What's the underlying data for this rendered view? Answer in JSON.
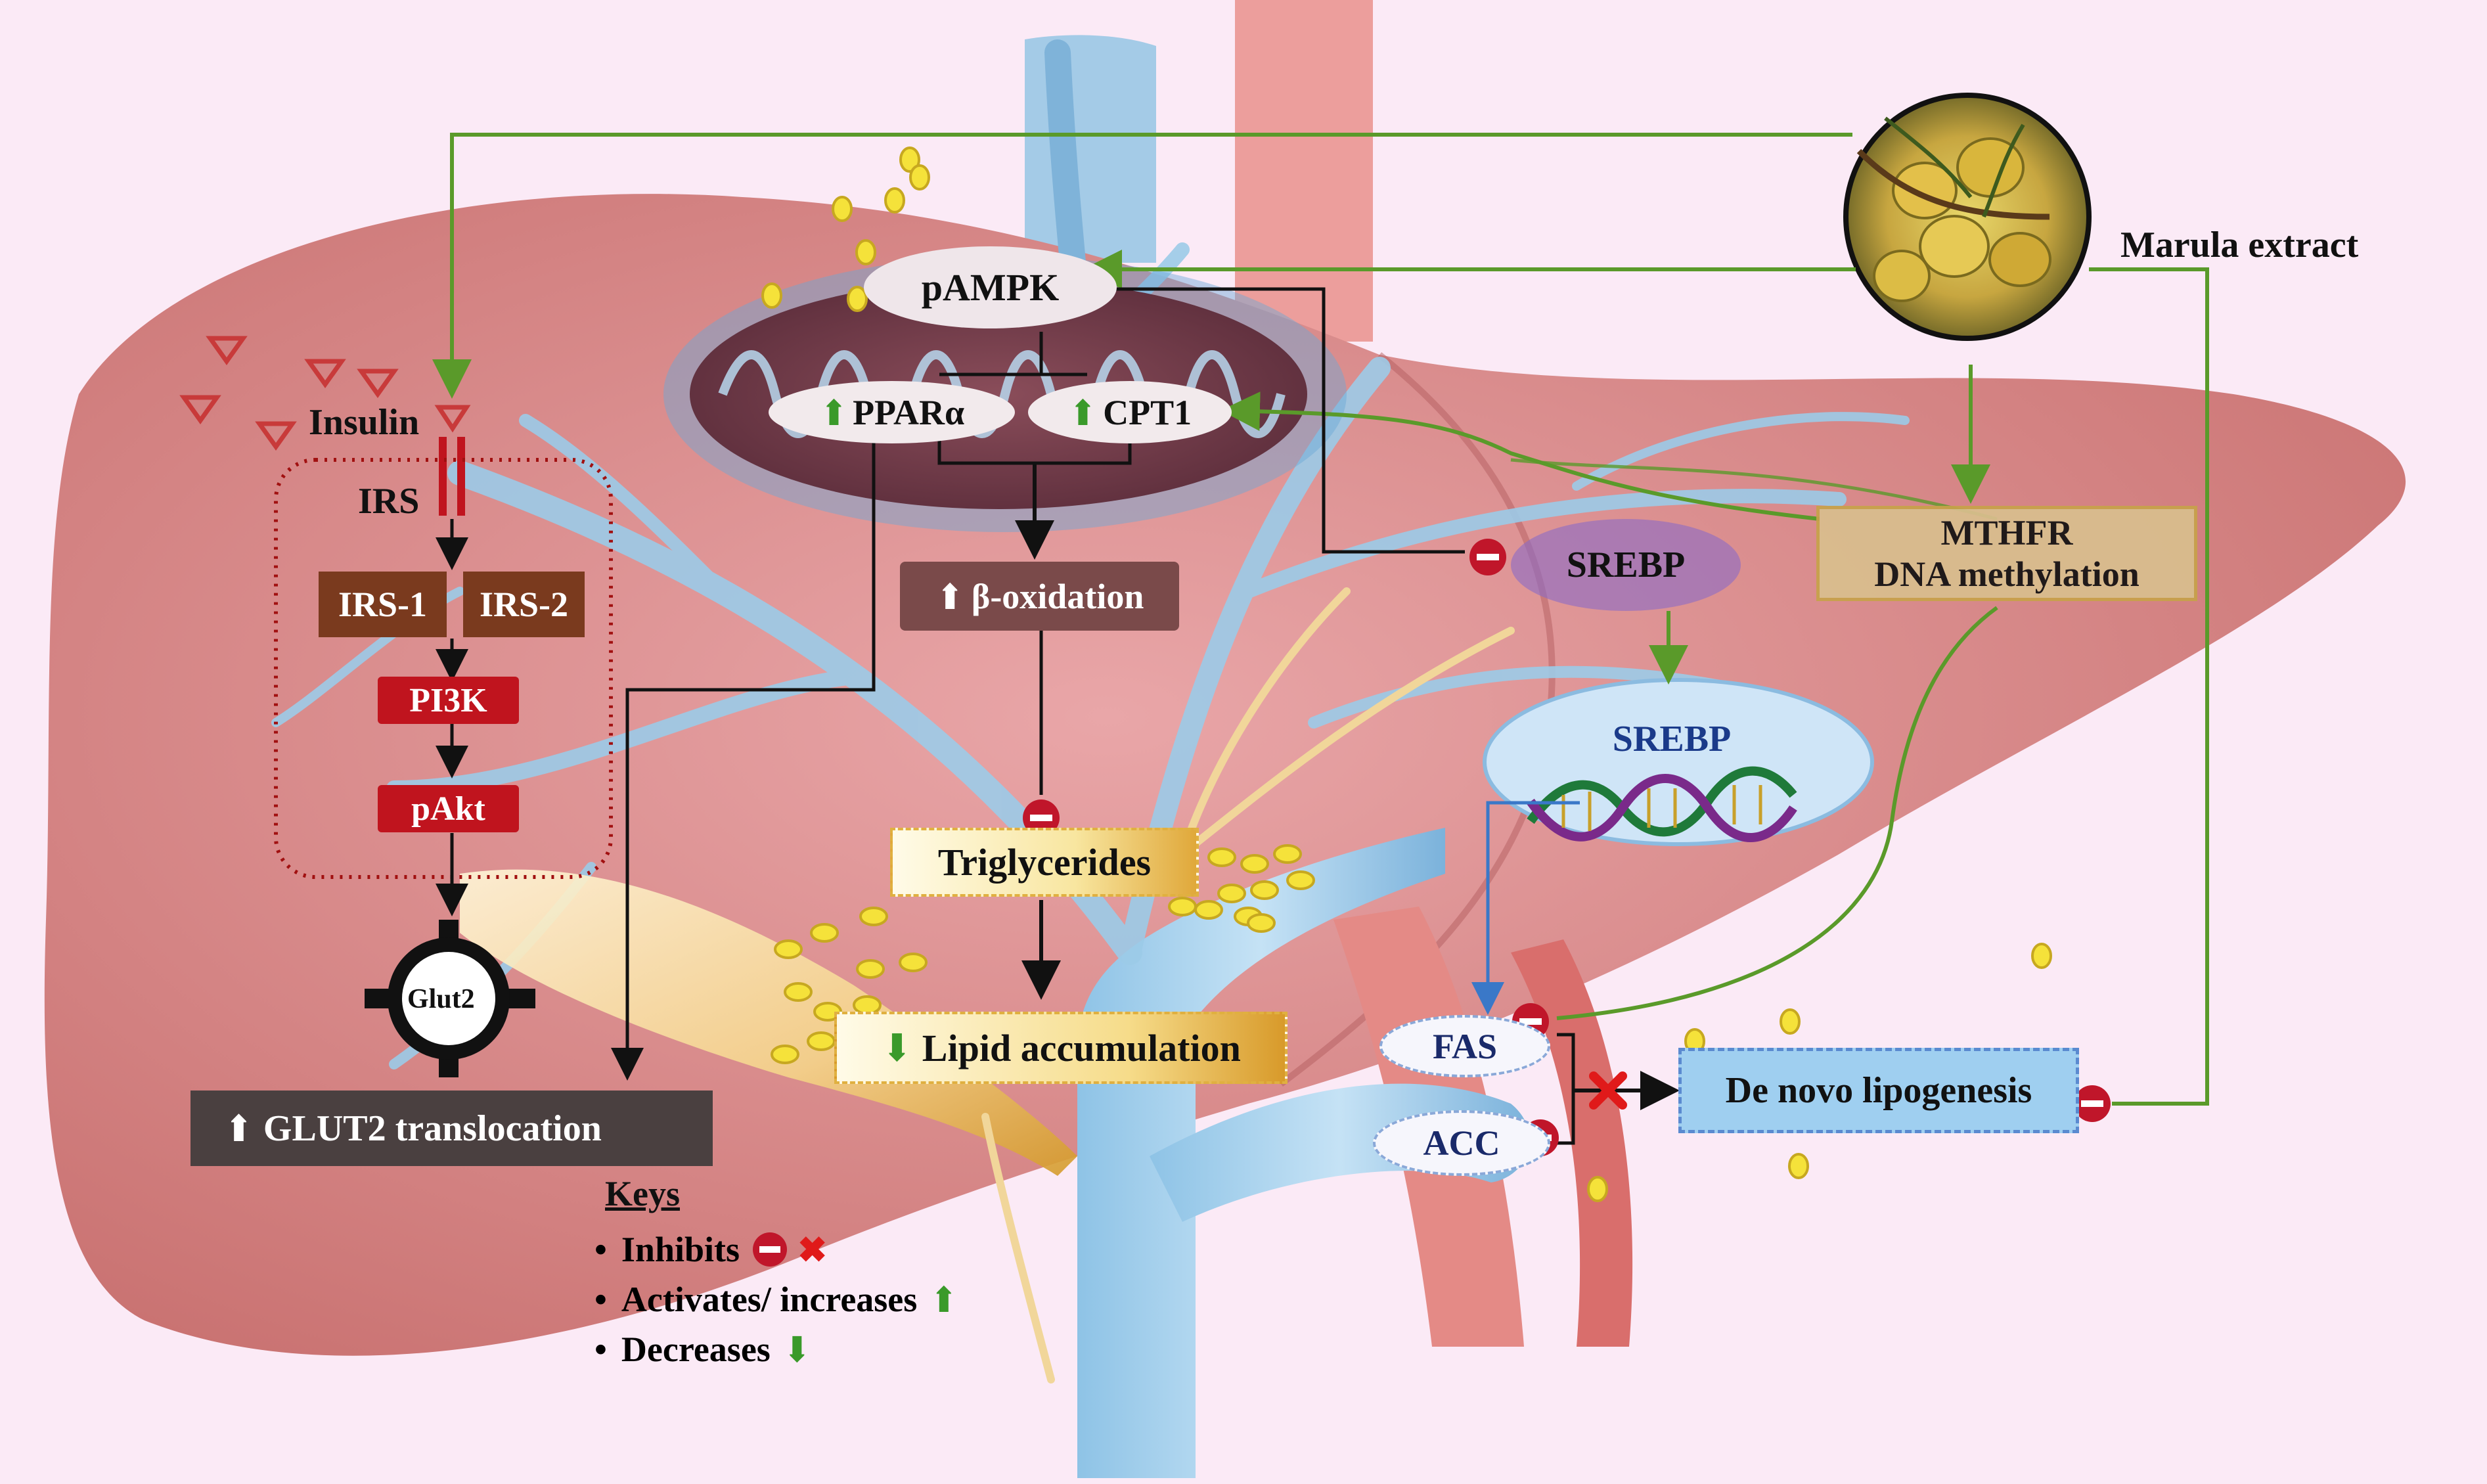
{
  "source": "Marula extract",
  "hormone": "Insulin",
  "receptor_substrate": "IRS",
  "irs1": "IRS-1",
  "irs2": "IRS-2",
  "pi3k": "PI3K",
  "pakt": "pAkt",
  "glut2": "Glut2",
  "glut2_translocation": "GLUT2 translocation",
  "pampk": "pAMPK",
  "pparalpha": "PPARα",
  "cpt1": "CPT1",
  "beta_oxidation": "β-oxidation",
  "srebp_top": "SREBP",
  "srebp_dna": "SREBP",
  "mthfr_line1": "MTHFR",
  "mthfr_line2": "DNA methylation",
  "triglycerides": "Triglycerides",
  "lipid_accumulation": "Lipid accumulation",
  "fas": "FAS",
  "acc": "ACC",
  "lipogenesis": "De novo lipogenesis",
  "keys": {
    "title": "Keys",
    "inhibits": "Inhibits",
    "activates": "Activates/ increases",
    "decreases": "Decreases"
  },
  "colors": {
    "activation_arrow": "#5a9a2a",
    "inhibit_symbol": "#c0162a",
    "liver": "#d9888a",
    "pathway_box": "#7a3a1e",
    "signal_box": "#c0141e",
    "background": "#fbeaf6"
  },
  "icons": [
    "up-arrow-icon",
    "down-arrow-icon",
    "inhibit-icon",
    "block-x-icon",
    "insulin-triangle-icon",
    "lipid-droplet-icon",
    "dna-helix-icon",
    "mitochondrion-icon",
    "marula-fruit-icon",
    "glut2-transporter-icon"
  ]
}
